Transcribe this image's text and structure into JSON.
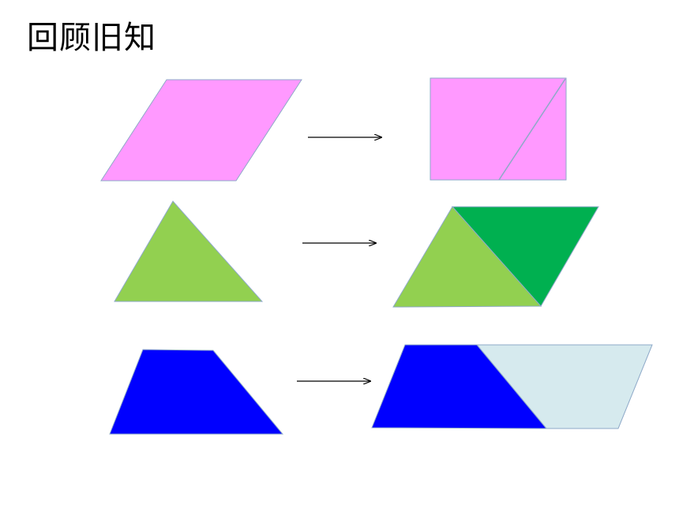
{
  "slide": {
    "title": "回顾旧知"
  },
  "colors": {
    "pink": "#ff99ff",
    "light_green": "#92d050",
    "dark_green": "#00b050",
    "blue": "#0000ff",
    "pale_blue": "#d6eaee",
    "outline": "#8ea9c8",
    "arrow": "#000000"
  },
  "rows": [
    {
      "source_shape": "parallelogram",
      "result_shape": "rectangle (parallelogram cut and moved)"
    },
    {
      "source_shape": "triangle",
      "result_shape": "parallelogram (two triangles)"
    },
    {
      "source_shape": "trapezoid",
      "result_shape": "parallelogram (two trapezoids)"
    }
  ]
}
